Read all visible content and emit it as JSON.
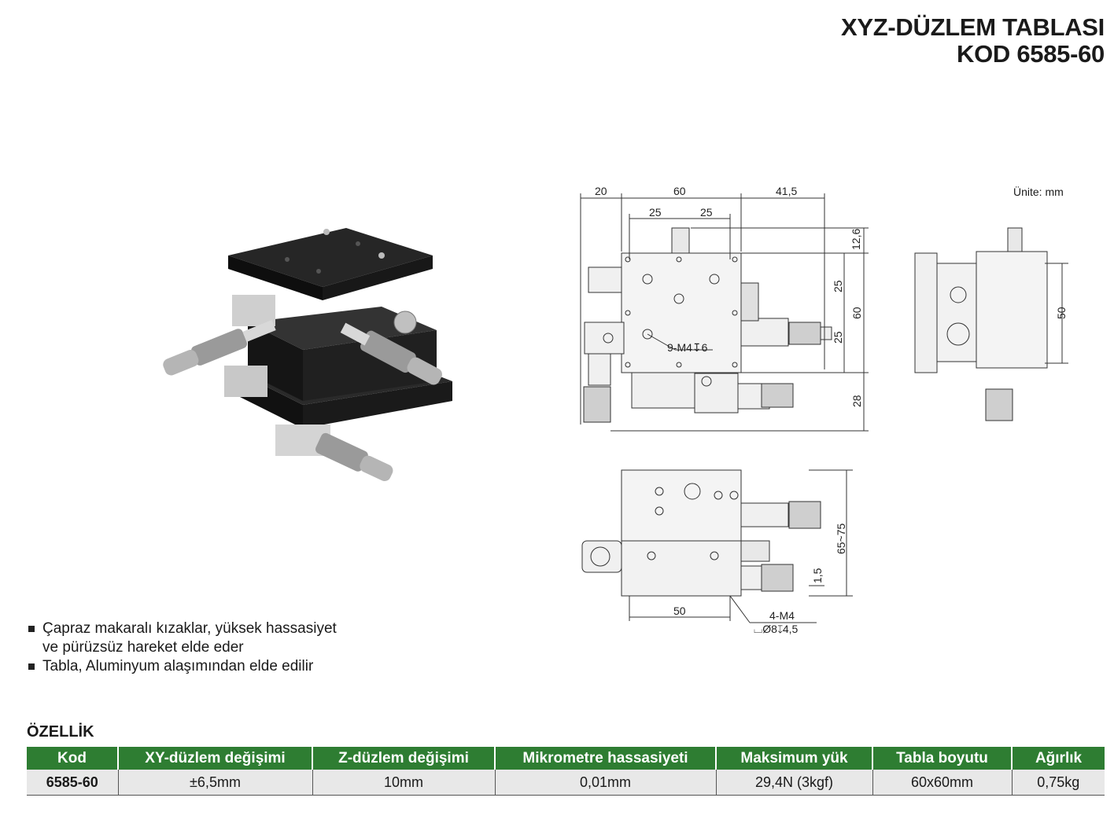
{
  "header": {
    "title_line1": "XYZ-DÜZLEM TABLASI",
    "title_line2": "KOD 6585-60"
  },
  "drawing": {
    "unit_label": "Ünite: mm",
    "dim_20": "20",
    "dim_60_top": "60",
    "dim_41_5": "41,5",
    "dim_25_a": "25",
    "dim_25_b": "25",
    "dim_12_6": "12,6",
    "dim_25_right_a": "25",
    "dim_25_right_b": "25",
    "dim_60_right": "60",
    "dim_28": "28",
    "hole_note": "9-M4↧6",
    "dim_50_side": "50",
    "dim_65_75": "65~75",
    "dim_1_5": "1,5",
    "dim_50_bottom": "50",
    "note_4m4": "4-M4",
    "note_counterbore": "⌴Ø8↧4,5"
  },
  "features": [
    "Çapraz makaralı kızaklar, yüksek hassasiyet",
    "ve pürüzsüz hareket elde eder",
    "Tabla, Aluminyum alaşımından elde edilir"
  ],
  "spec": {
    "section_title": "ÖZELLİK",
    "headers": [
      "Kod",
      "XY-düzlem değişimi",
      "Z-düzlem değişimi",
      "Mikrometre hassasiyeti",
      "Maksimum yük",
      "Tabla boyutu",
      "Ağırlık"
    ],
    "rows": [
      [
        "6585-60",
        "±6,5mm",
        "10mm",
        "0,01mm",
        "29,4N (3kgf)",
        "60x60mm",
        "0,75kg"
      ]
    ]
  },
  "colors": {
    "table_header_bg": "#2e7d32",
    "table_row_bg": "#e8e8e8",
    "stage_body": "#1c1c1c"
  }
}
